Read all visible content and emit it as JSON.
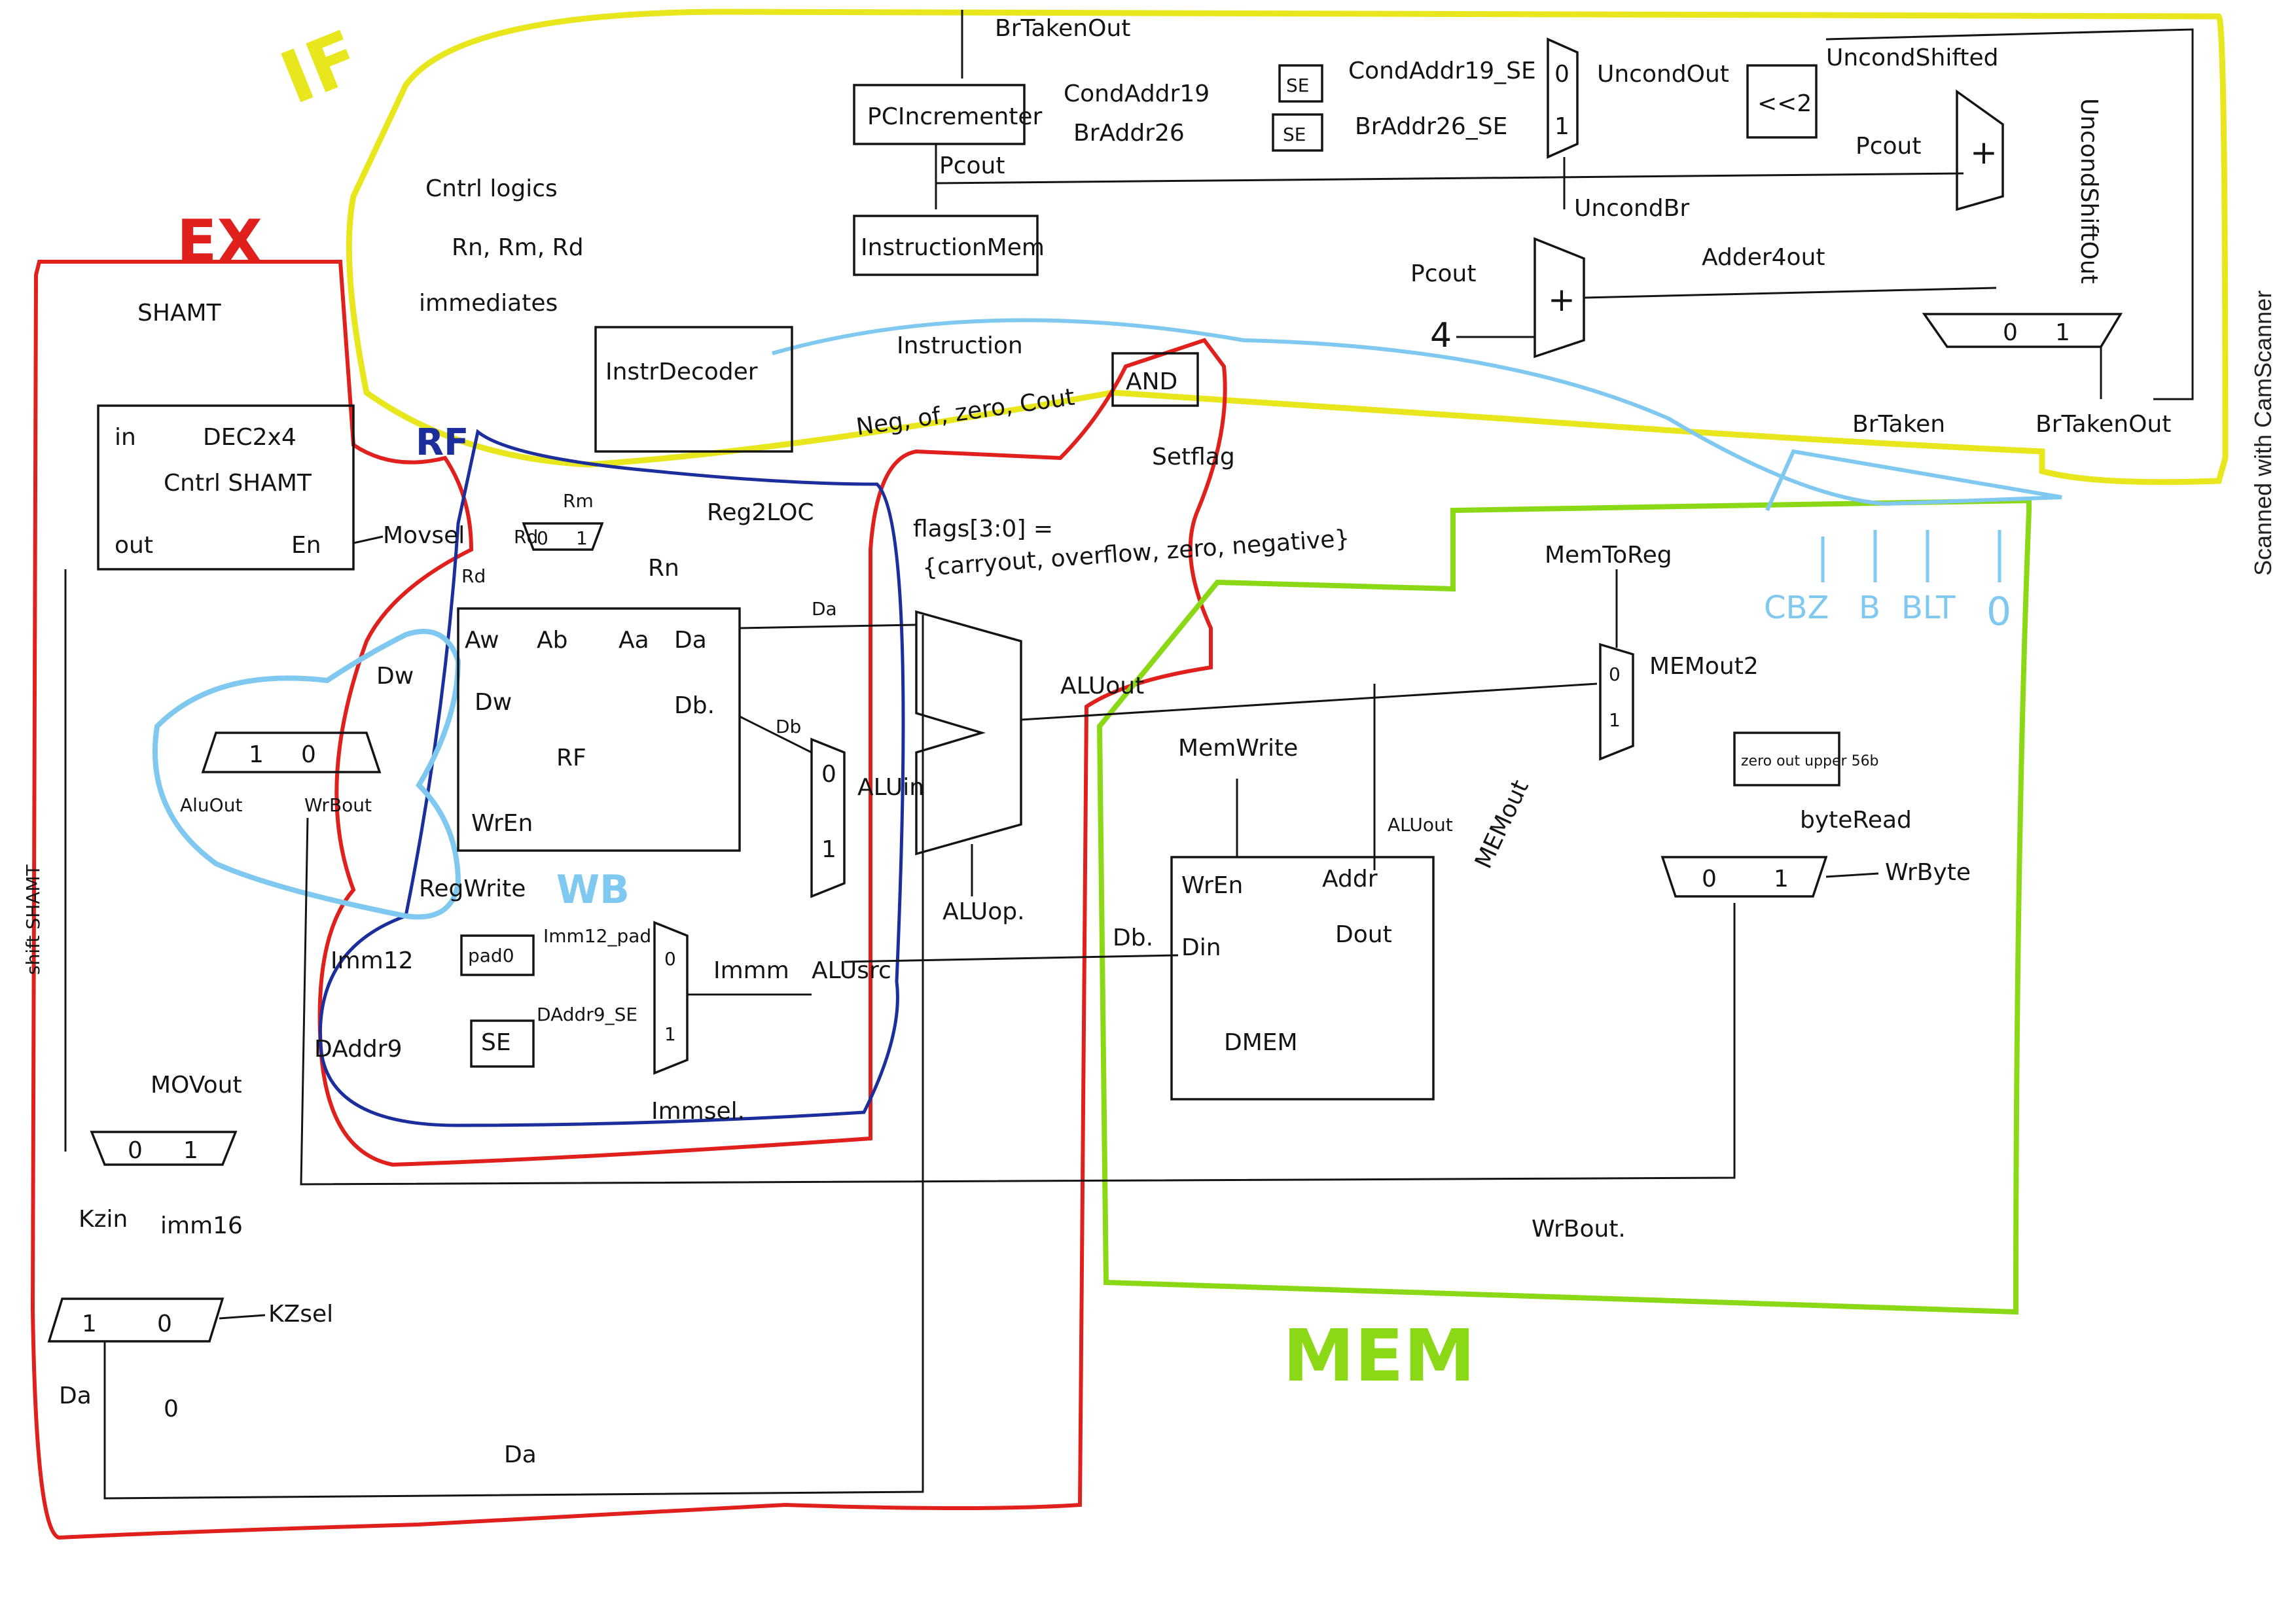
{
  "stages": {
    "if": {
      "label": "IF",
      "color": "#e8e61c"
    },
    "ex": {
      "label": "EX",
      "color": "#e0201c"
    },
    "mem": {
      "label": "MEM",
      "color": "#8bd916"
    },
    "rf": {
      "label": "RF",
      "color": "#1c2e9c"
    },
    "wb": {
      "label": "WB",
      "color": "#7fc8f0"
    }
  },
  "if_stage": {
    "br_taken_out_top": "BrTakenOut",
    "pc_incrementer": "PCIncrementer",
    "pc_out": "Pcout",
    "cond_addr19": "CondAddr19",
    "br_addr26": "BrAddr26",
    "se1": "SE",
    "se2": "SE",
    "cond_addr19_se": "CondAddr19_SE",
    "br_addr26_se": "BrAddr26_SE",
    "mux_0": "0",
    "mux_1": "1",
    "uncond_out": "UncondOut",
    "shift2": "<<2",
    "uncond_shifted": "UncondShifted",
    "pcout2": "Pcout",
    "plus1": "+",
    "uncond_br": "UncondBr",
    "instr_mem": "InstructionMem",
    "pcout3": "Pcout",
    "plus2": "+",
    "four": "4",
    "adder4_out": "Adder4out",
    "uncond_shift_out": "UncondShiftOut",
    "br_mux_0": "0",
    "br_mux_1": "1",
    "br_taken": "BrTaken",
    "br_taken_out": "BrTakenOut",
    "cntrl_logics": "Cntrl logics",
    "rn_rm_rd": "Rn, Rm, Rd",
    "immediates": "immediates",
    "instr_decoder": "InstrDecoder",
    "instruction": "Instruction",
    "and_gate": "AND",
    "flags_line": "Neg, of, zero, Cout",
    "set_flag": "Setflag"
  },
  "ex_stage": {
    "shamt": "SHAMT",
    "dec_in": "in",
    "dec_name": "DEC2x4",
    "dec_ctrl": "Cntrl SHAMT",
    "dec_out": "out",
    "dec_en": "En",
    "movsel": "Movsel",
    "mov_out": "MOVout",
    "mov_0": "0",
    "mov_1": "1",
    "kzin": "Kzin",
    "imm16": "imm16",
    "kz_mux_1": "1",
    "kz_mux_0": "0",
    "kzsel": "KZsel",
    "da_bottom": "Da",
    "zero_bottom": "0",
    "da_wire": "Da",
    "shift_shamt": "shift SHAMT",
    "flags_def": "flags[3:0] =",
    "flags_list": "{carryout, overflow, zero, negative}",
    "alu_out": "ALUout",
    "alu_op": "ALUop.",
    "alu_in": "ALUin",
    "alu_src": "ALUsrc",
    "mux_alu_0": "0",
    "mux_alu_1": "1",
    "immm": "Immm"
  },
  "rf_stage": {
    "rd": "Rd",
    "rm": "Rm",
    "rd2": "Rd",
    "reg2loc": "Reg2LOC",
    "mux_r_0": "0",
    "mux_r_1": "1",
    "rn": "Rn",
    "aw": "Aw",
    "ab": "Ab",
    "aa": "Aa",
    "da": "Da",
    "db": "Db.",
    "dw": "Dw",
    "rf_name": "RF",
    "wren": "WrEn",
    "regwrite": "RegWrite",
    "dw_ext": "Dw",
    "imm12": "Imm12",
    "pad0": "pad0",
    "imm12_pad": "Imm12_pad",
    "daddr9": "DAddr9",
    "se": "SE",
    "daddr9_se": "DAddr9_SE",
    "mux_i_0": "0",
    "mux_i_1": "1",
    "immsel": "Immsel.",
    "db_out": "Db"
  },
  "wb_stage": {
    "mux_1": "1",
    "mux_0": "0",
    "alu_out_wb": "AluOut",
    "wr_b_out_wb": "WrBout"
  },
  "mem_stage": {
    "mem_to_reg": "MemToReg",
    "mem_out2": "MEMout2",
    "mux_0": "0",
    "mux_1": "1",
    "zero_out": "zero out upper 56b",
    "byte_read": "byteRead",
    "wr_byte": "WrByte",
    "bm_0": "0",
    "bm_1": "1",
    "mem_write": "MemWrite",
    "alu_out": "ALUout",
    "mem_out": "MEMout",
    "wren": "WrEn",
    "addr": "Addr",
    "db_in": "Db.",
    "din": "Din",
    "dout": "Dout",
    "dmem": "DMEM",
    "wr_b_out": "WrBout."
  },
  "branch_select": {
    "cbz": "CBZ",
    "b": "B",
    "blt": "BLT",
    "zero": "0"
  },
  "watermark": "Scanned with CamScanner"
}
